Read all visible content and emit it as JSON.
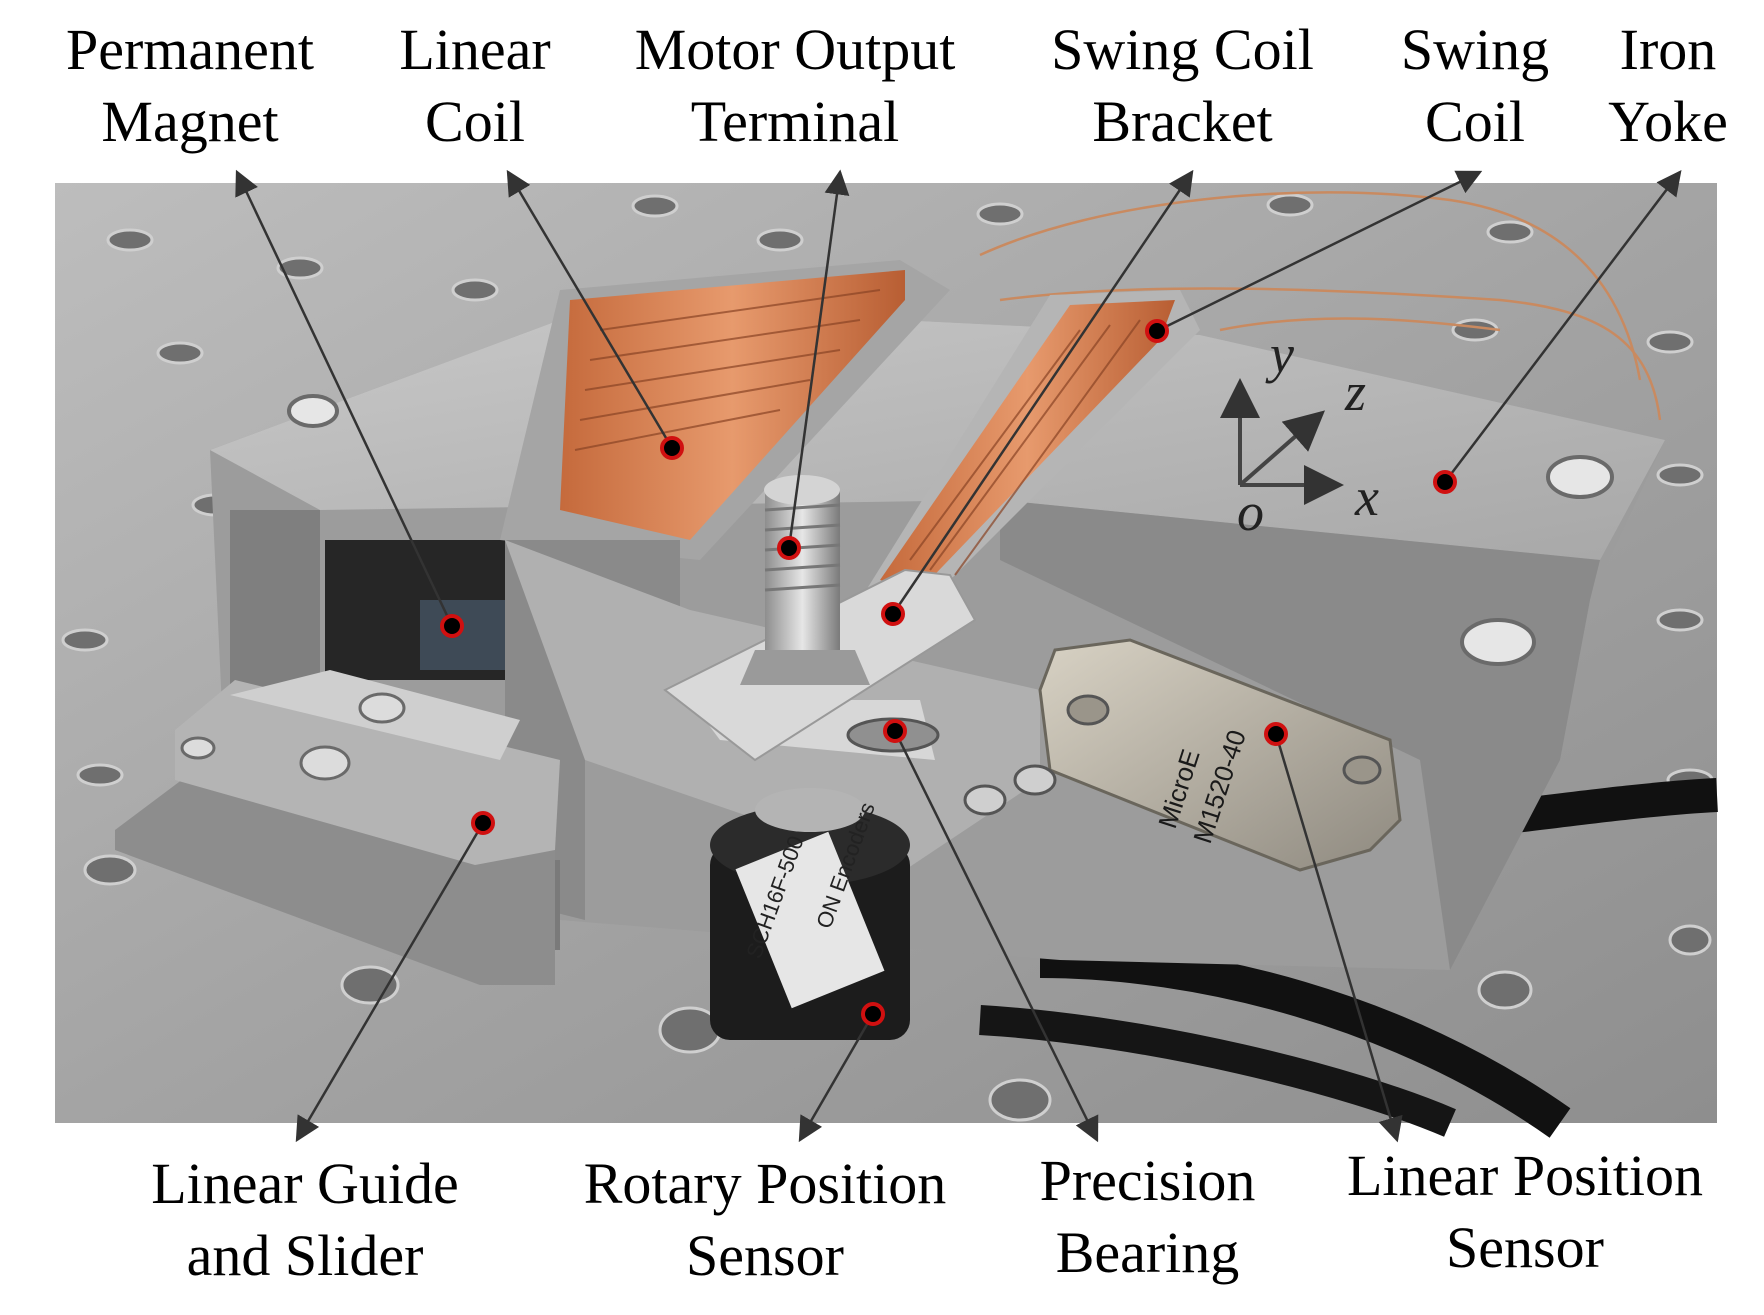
{
  "labels": {
    "permanent_magnet": [
      "Permanent",
      "Magnet"
    ],
    "linear_coil": [
      "Linear",
      "Coil"
    ],
    "motor_output_terminal": [
      "Motor Output",
      "Terminal"
    ],
    "swing_coil_bracket": [
      "Swing Coil",
      "Bracket"
    ],
    "swing_coil": [
      "Swing",
      "Coil"
    ],
    "iron_yoke": [
      "Iron",
      "Yoke"
    ],
    "linear_guide_slider": [
      "Linear Guide",
      "and Slider"
    ],
    "rotary_position_sensor": [
      "Rotary Position",
      "Sensor"
    ],
    "precision_bearing": [
      "Precision",
      "Bearing"
    ],
    "linear_position_sensor": [
      "Linear Position",
      "Sensor"
    ]
  },
  "axes": {
    "x": "x",
    "y": "y",
    "z": "z",
    "origin": "o"
  },
  "photo_text": {
    "sensor_brand": "MicroE",
    "sensor_model": "M1520-40",
    "encoder_text": "SCH16F-500",
    "encoder_brand": "ON Encoders"
  },
  "colors": {
    "marker_fill": "#000000",
    "marker_ring": "#d01010",
    "arrow": "#333333",
    "coil": "#d9855a",
    "aluminum": "#b9b9b9",
    "table": "#a9a9a9"
  }
}
